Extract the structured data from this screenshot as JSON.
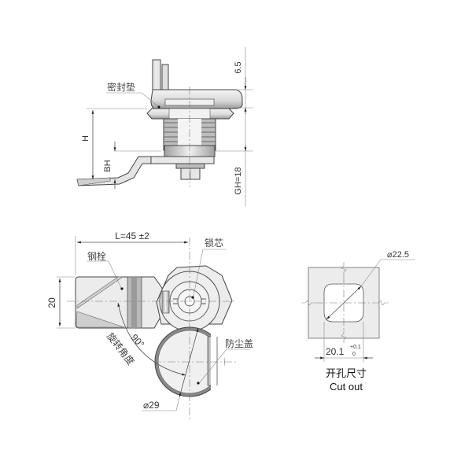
{
  "side_view": {
    "labels": {
      "gasket": "密封垫",
      "H": "H",
      "BH": "BH",
      "dim_top": "6.5",
      "GH": "GH=18"
    }
  },
  "front_view": {
    "labels": {
      "length": "L=45 ±2",
      "cam_bar": "钢栓",
      "lock_core": "锁芯",
      "height": "20",
      "angle": "90°",
      "rotation_angle": "旋转角度",
      "dust_cover": "防尘盖",
      "diameter": "⌀29"
    }
  },
  "cutout_view": {
    "labels": {
      "diameter": "⌀22.5",
      "width": "20.1",
      "tol_upper": "+0.1",
      "tol_lower": "0"
    },
    "caption_cn": "开孔尺寸",
    "caption_en": "Cut out"
  },
  "colors": {
    "metal_light": "#ececec",
    "metal_mid": "#c8c8c8",
    "metal_dark": "#8a8a8a",
    "line": "#444444"
  }
}
